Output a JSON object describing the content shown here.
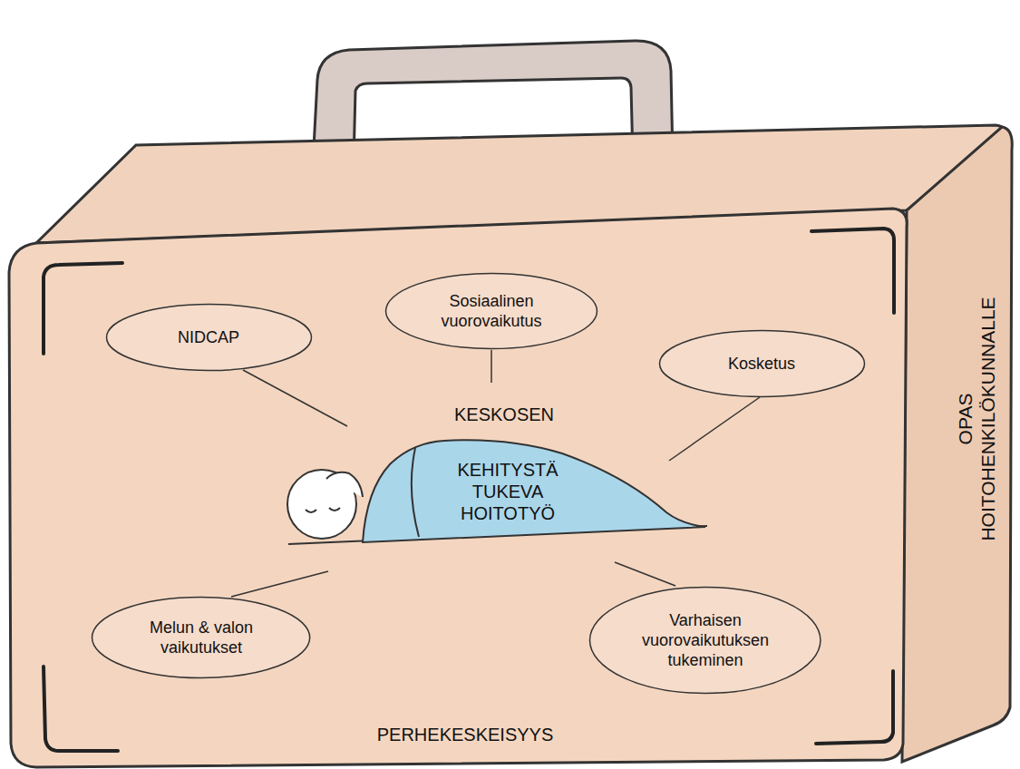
{
  "diagram": {
    "nodes": [
      {
        "text": [
          "NIDCAP"
        ]
      },
      {
        "text": [
          "Sosiaalinen vuorovaikutus"
        ]
      },
      {
        "text": [
          "Kosketus"
        ]
      },
      {
        "text": [
          "Melun & valon vaikutukset"
        ]
      },
      {
        "text": [
          "Varhaisen vuorovaikutuksen tukeminen"
        ]
      }
    ],
    "labels": [
      "KESKOSEN",
      "KEHITYSTÄ TUKEVA HOITOTYÖ",
      "PERHEKESKEISYYS",
      "OPAS HOITOHENKILÖKUNNALLE"
    ]
  }
}
